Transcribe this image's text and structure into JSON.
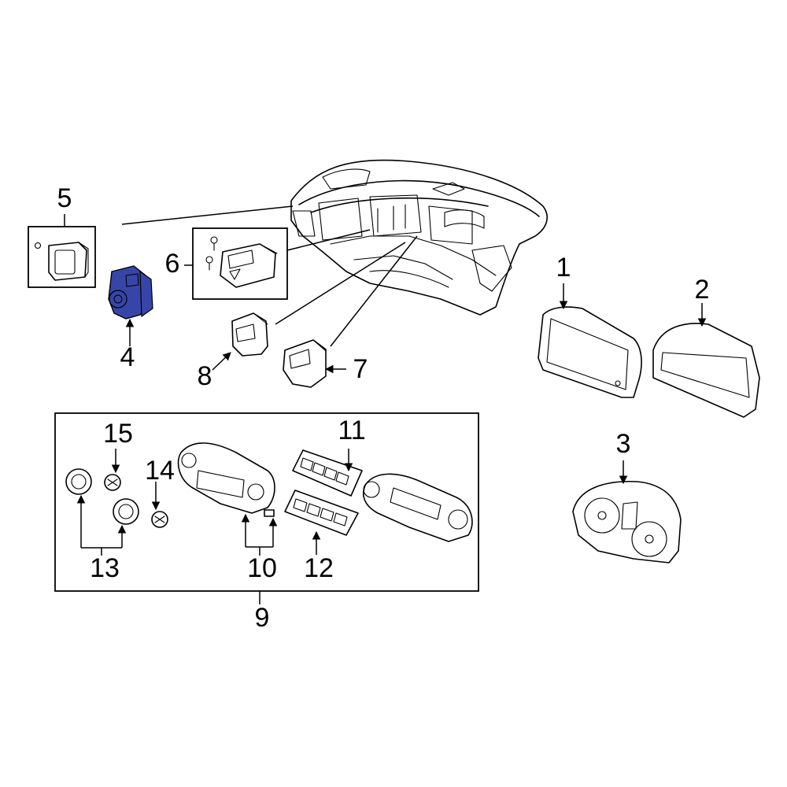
{
  "colors": {
    "highlight": "#3845a8",
    "line": "#000000",
    "background": "#ffffff"
  },
  "callouts": {
    "c1": "1",
    "c2": "2",
    "c3": "3",
    "c4": "4",
    "c5": "5",
    "c6": "6",
    "c7": "7",
    "c8": "8",
    "c9": "9",
    "c10": "10",
    "c11": "11",
    "c12": "12",
    "c13": "13",
    "c14": "14",
    "c15": "15"
  }
}
